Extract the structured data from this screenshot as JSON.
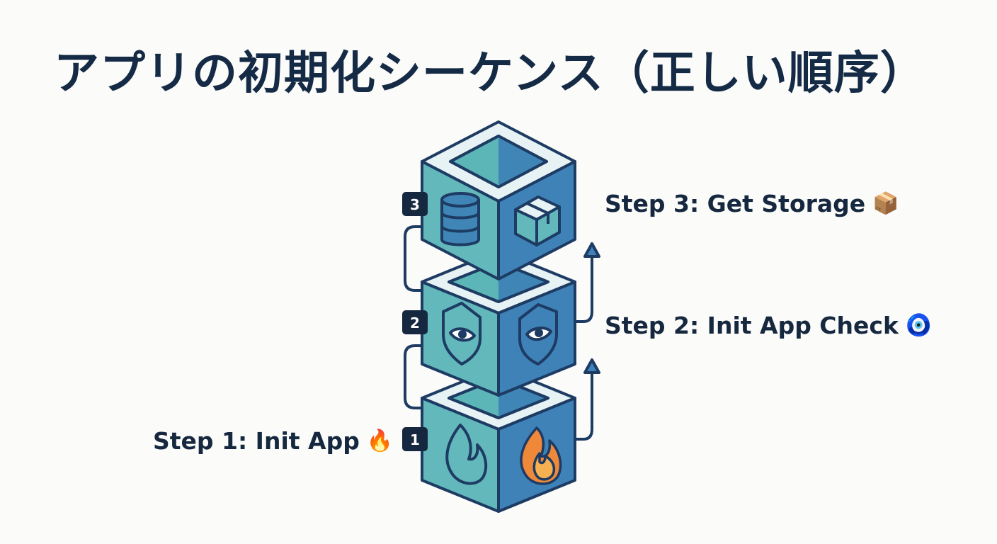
{
  "title": "アプリの初期化シーケンス（正しい順序）",
  "steps": [
    {
      "badge": "1",
      "label": "Step 1: Init App",
      "emoji": "🔥",
      "icons": [
        "flame-outline-icon",
        "flame-icon"
      ]
    },
    {
      "badge": "2",
      "label": "Step 2: Init App Check",
      "emoji": "🧿",
      "icons": [
        "shield-eye-icon",
        "shield-eye-icon"
      ]
    },
    {
      "badge": "3",
      "label": "Step 3: Get Storage",
      "emoji": "📦",
      "icons": [
        "database-icon",
        "box-icon"
      ]
    }
  ],
  "colors": {
    "outline": "#1d3b63",
    "top_face": "#e6f2f4",
    "top_well_left": "#5cb6b8",
    "top_well_right": "#3f86b6",
    "left_face": "#63b8bb",
    "right_face": "#3f82b8",
    "badge": "#16283f",
    "flame": "#f0883a"
  }
}
